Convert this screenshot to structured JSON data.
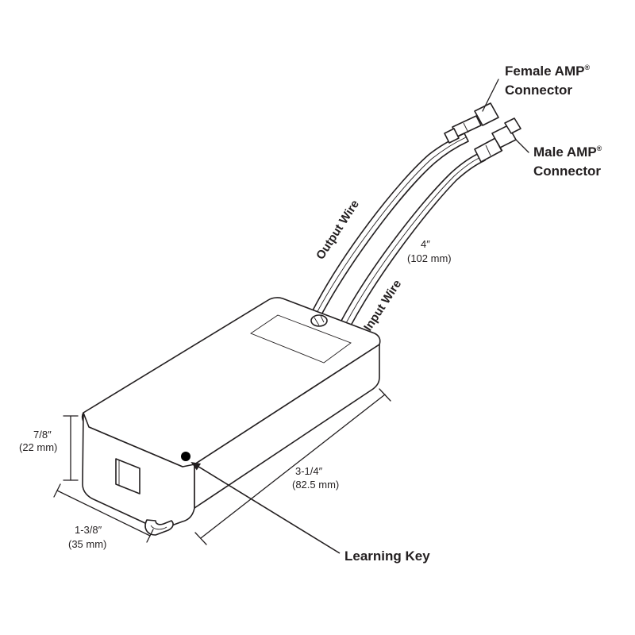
{
  "labels": {
    "female_connector_line1": "Female AMP",
    "female_connector_line2": "Connector",
    "male_connector_line1": "Male AMP",
    "male_connector_line2": "Connector",
    "registered_mark": "®",
    "output_wire": "Output Wire",
    "input_wire": "Input Wire",
    "wire_length_in": "4″",
    "wire_length_mm": "(102 mm)",
    "height_in": "7/8″",
    "height_mm": "(22 mm)",
    "width_in": "1-3/8″",
    "width_mm": "(35 mm)",
    "length_in": "3-1/4″",
    "length_mm": "(82.5 mm)",
    "learning_key": "Learning Key"
  },
  "colors": {
    "ink": "#231f20",
    "background": "#ffffff",
    "learning_key_dot": "#000000"
  }
}
